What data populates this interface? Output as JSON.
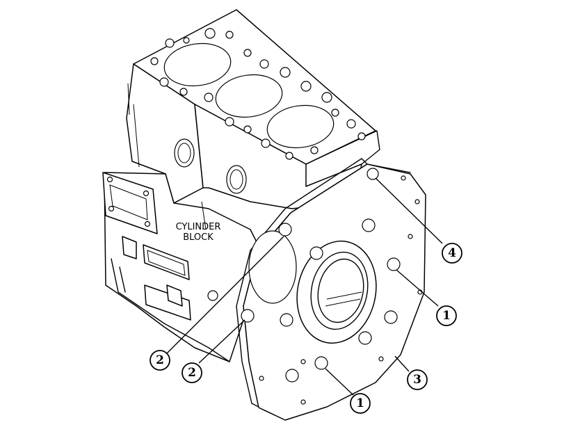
{
  "labels": {
    "block_line1": "CYLINDER",
    "block_line2": "BLOCK"
  },
  "callouts": [
    {
      "id": "c4",
      "number": "4"
    },
    {
      "id": "c1a",
      "number": "1"
    },
    {
      "id": "c3",
      "number": "3"
    },
    {
      "id": "c1b",
      "number": "1"
    },
    {
      "id": "c2a",
      "number": "2"
    },
    {
      "id": "c2b",
      "number": "2"
    }
  ]
}
